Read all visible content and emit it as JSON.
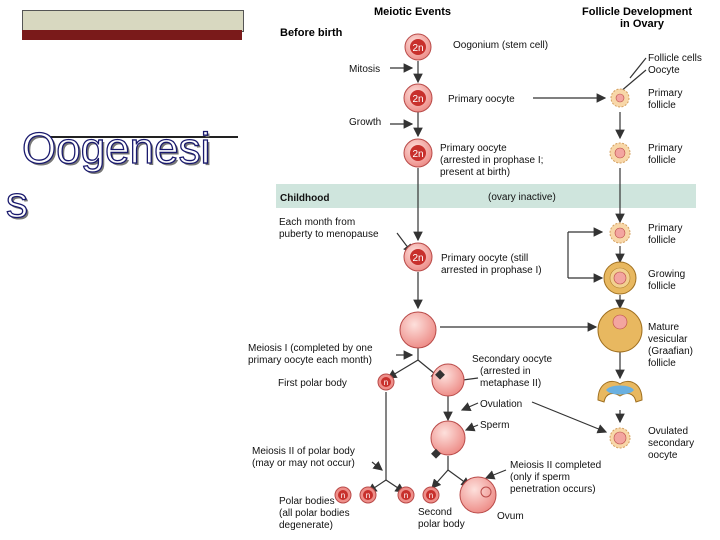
{
  "slide": {
    "title_line1": "Oogenesi",
    "title_line2": "s"
  },
  "diagram": {
    "col_meiotic": "Meiotic Events",
    "col_follicle_1": "Follicle Development",
    "col_follicle_2": "in Ovary",
    "before_birth": "Before birth",
    "chromosome_2n": "2n",
    "chromosome_n": "n",
    "oogonium": "Oogonium (stem cell)",
    "mitosis": "Mitosis",
    "primary_oocyte": "Primary oocyte",
    "growth": "Growth",
    "primary_oocyte_arrested_1": "Primary oocyte",
    "primary_oocyte_arrested_2": "(arrested in prophase I;",
    "primary_oocyte_arrested_3": "present at birth)",
    "childhood": "Childhood",
    "ovary_inactive": "(ovary inactive)",
    "each_month_1": "Each month from",
    "each_month_2": "puberty to menopause",
    "still_arrested_1": "Primary oocyte (still",
    "still_arrested_2": "arrested in prophase I)",
    "meiosis1_1": "Meiosis I (completed by one",
    "meiosis1_2": "primary oocyte each month)",
    "secondary_1": "Secondary oocyte",
    "secondary_2": "(arrested in",
    "secondary_3": "metaphase II)",
    "first_polar": "First polar body",
    "ovulation": "Ovulation",
    "sperm": "Sperm",
    "meiosis2_polar_1": "Meiosis II of polar body",
    "meiosis2_polar_2": "(may or may not occur)",
    "meiosis2_done_1": "Meiosis II completed",
    "meiosis2_done_2": "(only if sperm",
    "meiosis2_done_3": "penetration occurs)",
    "polar_bodies_1": "Polar bodies",
    "polar_bodies_2": "(all polar bodies",
    "polar_bodies_3": "degenerate)",
    "second_polar_1": "Second",
    "second_polar_2": "polar body",
    "ovum": "Ovum",
    "follicle_cells": "Follicle cells",
    "oocyte": "Oocyte",
    "primary_follicle_1": "Primary",
    "primary_follicle_2": "follicle",
    "growing_1": "Growing",
    "growing_2": "follicle",
    "mature_1": "Mature",
    "mature_2": "vesicular",
    "mature_3": "(Graafian)",
    "mature_4": "follicle",
    "ovulated_1": "Ovulated",
    "ovulated_2": "secondary",
    "ovulated_3": "oocyte"
  },
  "colors": {
    "cell_fill": "#f3a5a0",
    "cell_stroke": "#b94a48",
    "nucleus": "#c8302c",
    "band": "#cfe5dd",
    "arrow": "#333333",
    "follicle": "#e8b860",
    "antrum": "#6ab0e0",
    "title_outline": "#1a1a6e"
  }
}
